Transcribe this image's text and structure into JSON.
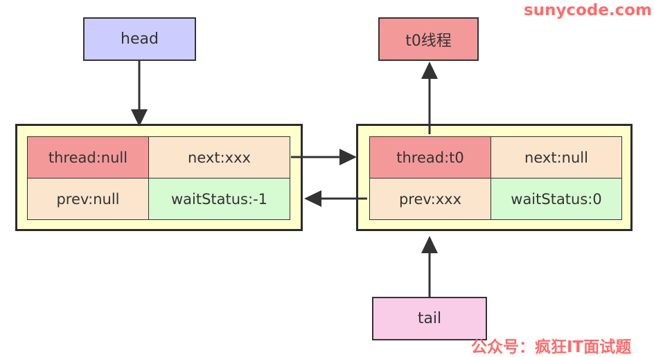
{
  "watermark": {
    "site": "sunycode.com",
    "account": "公众号：疯狂IT面试题"
  },
  "labels": {
    "head": "head",
    "tail": "tail",
    "thread": "t0线程"
  },
  "node1": {
    "thread": "thread:null",
    "next": "next:xxx",
    "prev": "prev:null",
    "wait_status": "waitStatus:-1"
  },
  "node2": {
    "thread": "thread:t0",
    "next": "next:null",
    "prev": "prev:xxx",
    "wait_status": "waitStatus:0"
  },
  "colors": {
    "head_box": "#ccccff",
    "thread_box": "#f4999a",
    "tail_box": "#f9cce8",
    "node_bg": "#ffffcc",
    "thread_cell": "#f4999a",
    "pointer_cell": "#fbe5cd",
    "status_cell": "#d6fbd2",
    "watermark": "#ff6b6b"
  }
}
